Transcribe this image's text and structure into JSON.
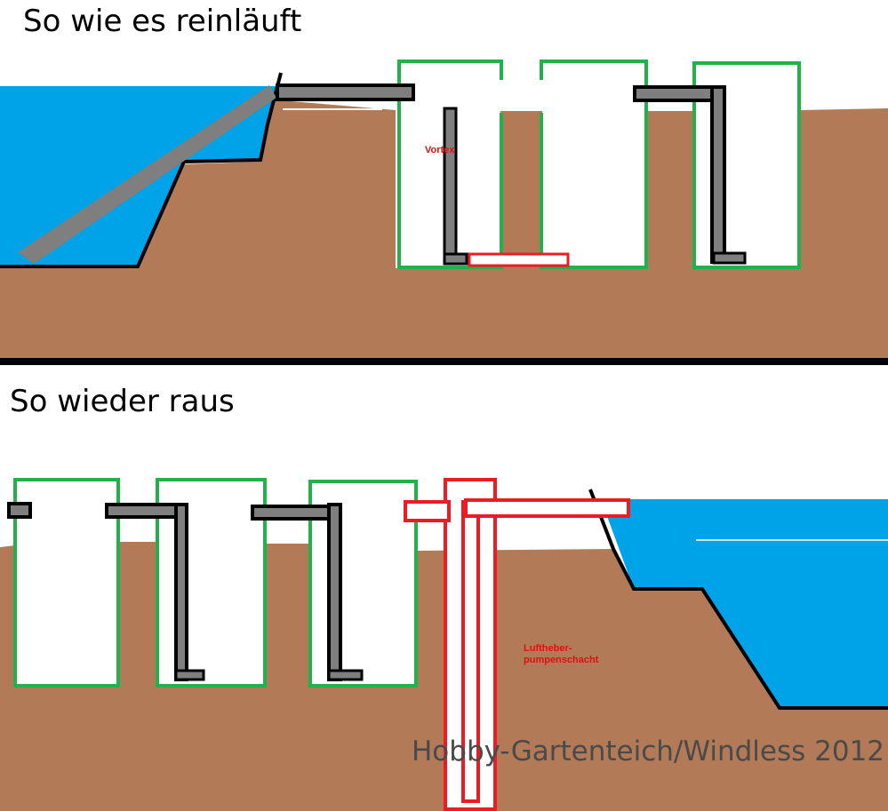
{
  "diagram": {
    "title_top": "So wie es reinläuft",
    "title_bottom": "So wieder raus",
    "label_vortex": "Vortex",
    "label_airlift": "Luftheber-\npumpenschacht",
    "watermark": "Hobby-Gartenteich/Windless 2012"
  },
  "colors": {
    "soil": "#b27a57",
    "water": "#00a2e8",
    "pipe": "#7f7f7f",
    "pipe_outline": "#000000",
    "chamber_outline": "#22b14c",
    "highlight_red": "#ed1c24",
    "divider": "#000000",
    "background": "#ffffff"
  }
}
